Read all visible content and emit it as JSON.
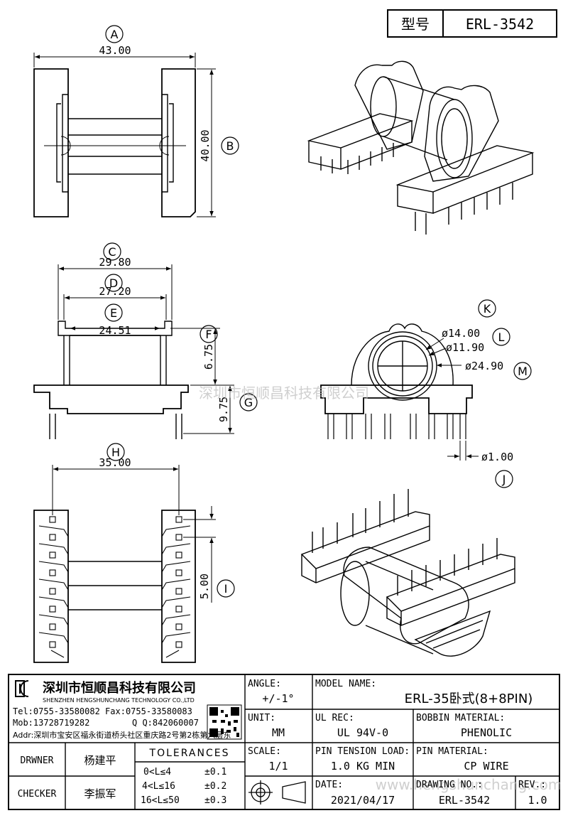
{
  "header": {
    "model_label": "型号",
    "model_value": "ERL-3542"
  },
  "views": {
    "top": {
      "label_a": "A",
      "dim_a": "43.00",
      "label_b": "B",
      "dim_b": "40.00"
    },
    "front": {
      "label_c": "C",
      "dim_c": "29.80",
      "label_d": "D",
      "dim_d": "27.20",
      "label_e": "E",
      "dim_e": "24.51",
      "label_f": "F",
      "dim_f": "6.75",
      "label_g": "G",
      "dim_g": "9.75"
    },
    "side": {
      "label_k": "K",
      "dim_k": "ø14.00",
      "label_l": "L",
      "dim_l": "ø11.90",
      "label_m": "M",
      "dim_m": "ø24.90",
      "dim_pin": "ø1.00",
      "label_j": "J"
    },
    "bottom": {
      "label_h": "H",
      "dim_h": "35.00",
      "label_i": "I",
      "dim_i": "5.00"
    }
  },
  "watermark": {
    "cn": "深圳市恒顺昌科技有限公司",
    "url": "www.hengshunchang.com"
  },
  "company": {
    "name_cn": "深圳市恒顺昌科技有限公司",
    "name_en": "SHENZHEN HENGSHUNCHANG TECHNOLOGY CO.,LTD",
    "tel": "Tel:0755-33580082 Fax:0755-33580083",
    "mob": "Mob:13728719282",
    "qq": "Q  Q:842060007",
    "addr": "Addr:深圳市宝安区福永街道桥头社区重庆路2号第2栋第六层东"
  },
  "title_block": {
    "angle_label": "ANGLE:",
    "angle_value": "+/-1°",
    "model_name_label": "MODEL NAME:",
    "model_name_value": "ERL-35卧式(8+8PIN)",
    "unit_label": "UNIT:",
    "unit_value": "MM",
    "ul_label": "UL REC:",
    "ul_value": "UL 94V-0",
    "bobbin_label": "BOBBIN MATERIAL:",
    "bobbin_value": "PHENOLIC",
    "drwner_label": "DRWNER",
    "drwner_value": "杨建平",
    "tolerances_label": "TOLERANCES",
    "tol": [
      {
        "range": "0<L≤4",
        "value": "±0.1"
      },
      {
        "range": "4<L≤16",
        "value": "±0.2"
      },
      {
        "range": "16<L≤50",
        "value": "±0.3"
      }
    ],
    "scale_label": "SCALE:",
    "scale_value": "1/1",
    "pin_tension_label": "PIN TENSION LOAD:",
    "pin_tension_value": "1.0 KG MIN",
    "pin_material_label": "PIN MATERIAL:",
    "pin_material_value": "CP WIRE",
    "checker_label": "CHECKER",
    "checker_value": "李振军",
    "date_label": "DATE:",
    "date_value": "2021/04/17",
    "drawing_no_label": "DRAWING NO.:",
    "drawing_no_value": "ERL-3542",
    "rev_label": "REV.:",
    "rev_value": "1.0"
  }
}
